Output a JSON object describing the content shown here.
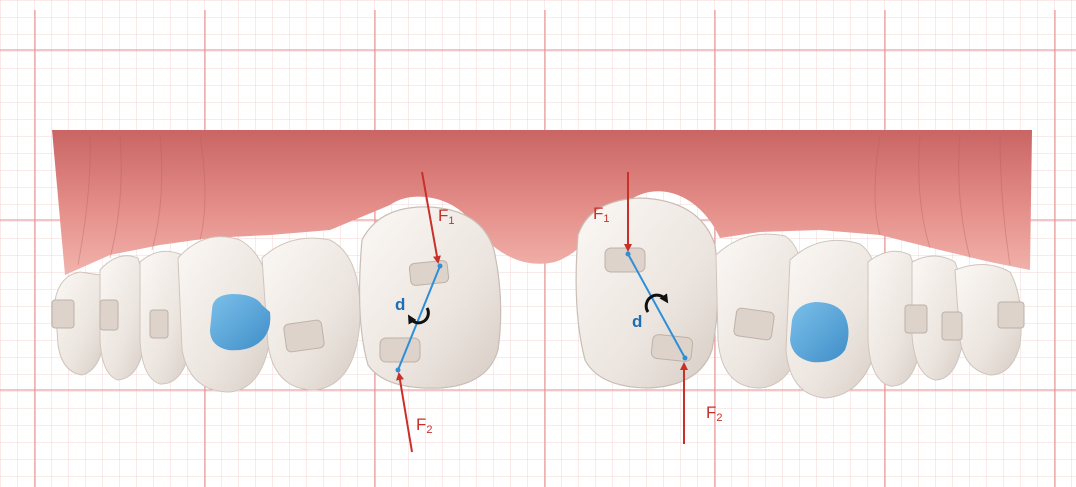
{
  "labels": {
    "force_top": "F",
    "force_bottom": "F",
    "sub_top": "1",
    "sub_bottom": "2",
    "distance": "d"
  },
  "colors": {
    "grid_minor": "#f3caca",
    "grid_major": "#e58e8e",
    "gum": "#e48a86",
    "gum_dark": "#b24e4f",
    "tooth": "#efe8e3",
    "tooth_shadow": "#cfc5bd",
    "bracket": "#ddd3cb",
    "blue_attachment": "#5aa9dc",
    "lever_line": "#2e8fd8",
    "force_arrow": "#c8302a",
    "label_blue": "#1c6fb6",
    "label_red": "#c8302a",
    "rotation_icon": "#111111"
  },
  "icons": [
    "rotation-icon",
    "force-arrow",
    "lever-arm-line"
  ]
}
